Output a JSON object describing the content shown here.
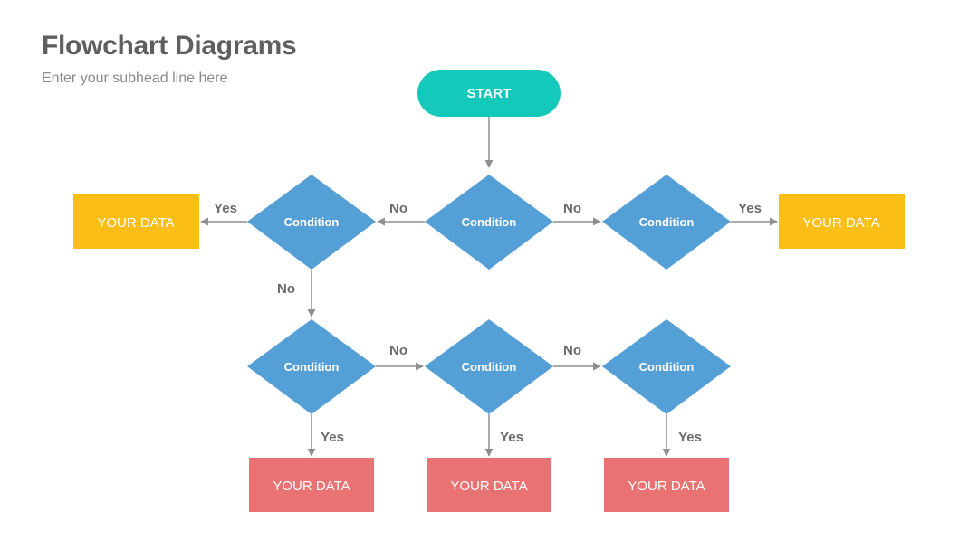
{
  "header": {
    "title": "Flowchart Diagrams",
    "subtitle": "Enter your subhead line here"
  },
  "colors": {
    "start": "#14c9b9",
    "condition": "#559fd7",
    "data_yellow": "#fbbe17",
    "data_red": "#e97272",
    "connector": "#8f8f8f"
  },
  "flowchart": {
    "start": "START",
    "conditions": {
      "top_left": "Condition",
      "top_center": "Condition",
      "top_right": "Condition",
      "bottom_left": "Condition",
      "bottom_center": "Condition",
      "bottom_right": "Condition"
    },
    "outputs": {
      "left": "YOUR DATA",
      "right": "YOUR DATA",
      "bottom_left": "YOUR DATA",
      "bottom_center": "YOUR DATA",
      "bottom_right": "YOUR DATA"
    },
    "edge_labels": {
      "yes": "Yes",
      "no": "No"
    }
  }
}
